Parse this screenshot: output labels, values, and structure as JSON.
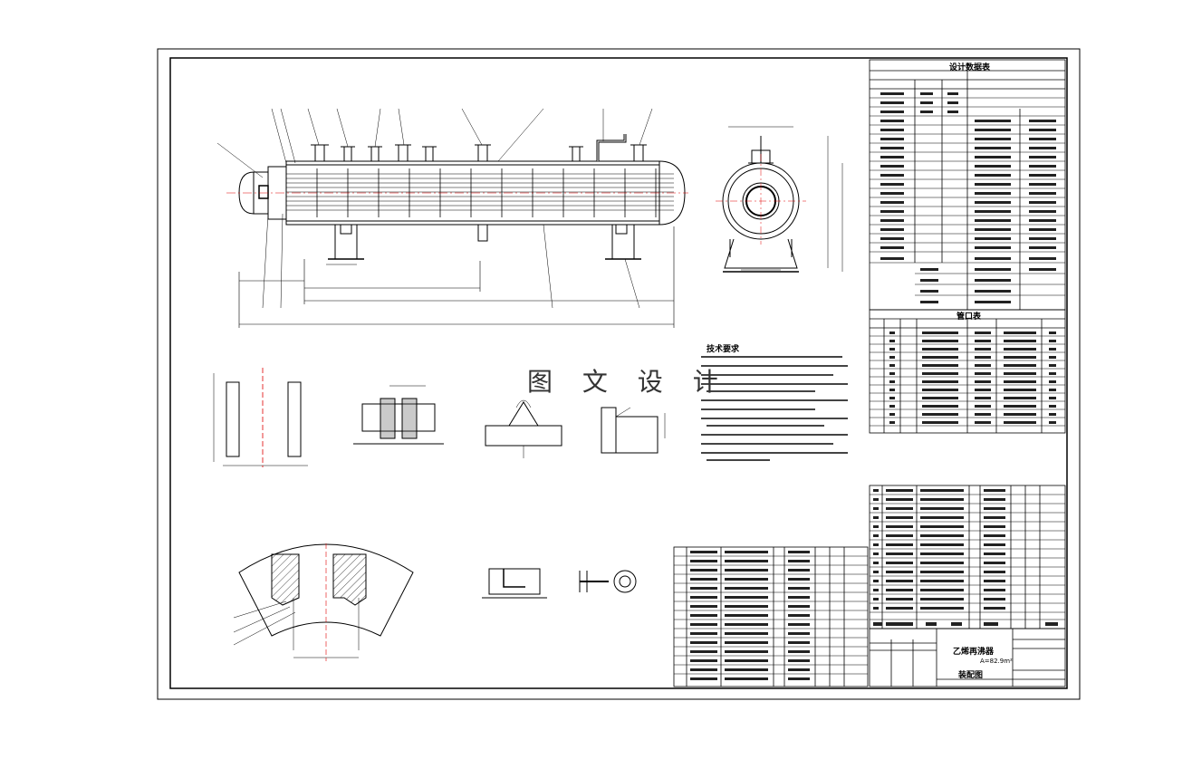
{
  "watermark": "图 文 设 计",
  "tables": {
    "design_data_title": "设计数据表",
    "nozzle_table_title": "管口表",
    "tech_req_title": "技术要求"
  },
  "title_block": {
    "name_line1": "乙烯再沸器",
    "name_line2": "A=82.9m²",
    "name_line3": "装配图"
  },
  "colors": {
    "line": "#000000",
    "centerline": "#e00000",
    "hatch": "#000000"
  }
}
